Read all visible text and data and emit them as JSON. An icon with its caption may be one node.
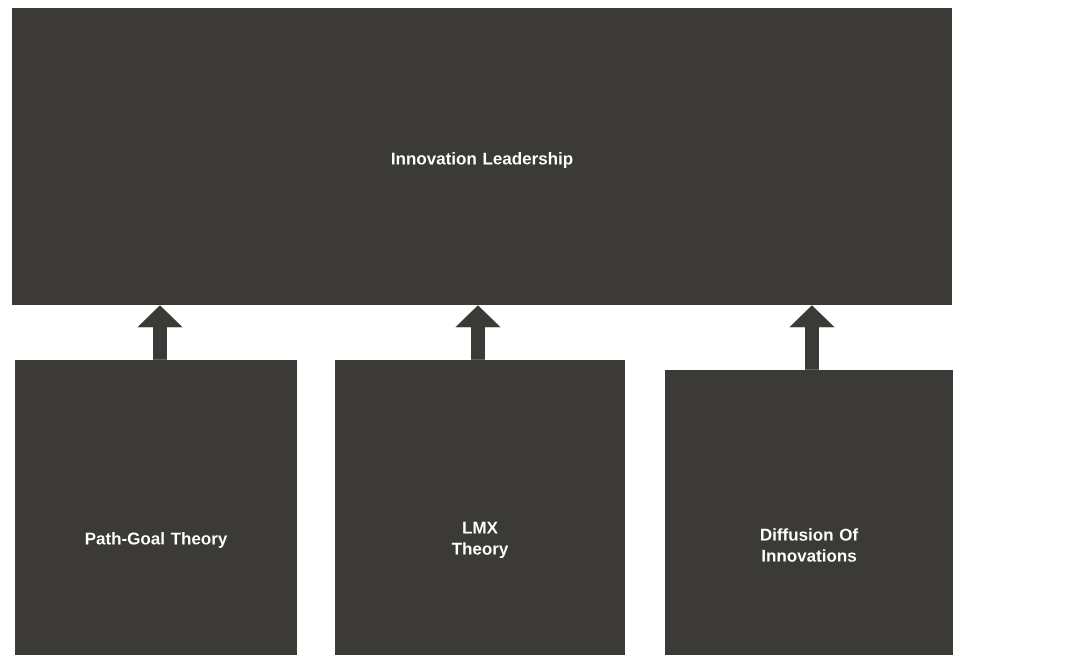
{
  "diagram": {
    "nodes": [
      {
        "text": [
          "Innovation Leadership"
        ]
      },
      {
        "text": [
          "Path-Goal Theory"
        ]
      },
      {
        "text": [
          "LMX Theory"
        ]
      },
      {
        "text": [
          "Diffusion Of Innovations"
        ]
      }
    ],
    "edges": [
      {
        "from": 1,
        "to": 0,
        "arrow": "to"
      },
      {
        "from": 2,
        "to": 0,
        "arrow": "to"
      },
      {
        "from": 3,
        "to": 0,
        "arrow": "to"
      }
    ]
  }
}
